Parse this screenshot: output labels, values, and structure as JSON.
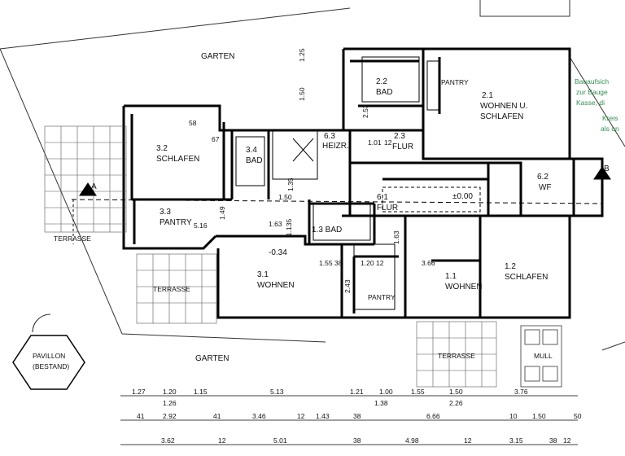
{
  "rooms": {
    "garten_top": "GARTEN",
    "garten_bottom": "GARTEN",
    "r2_2": [
      "2.2",
      "BAD"
    ],
    "pantry_top": "PANTRY",
    "r2_1": [
      "2.1",
      "WOHNEN U.",
      "SCHLAFEN"
    ],
    "r3_2": [
      "3.2",
      "SCHLAFEN"
    ],
    "r3_4": [
      "3.4",
      "BAD"
    ],
    "r6_3": [
      "6.3",
      "HEIZR."
    ],
    "r2_3": [
      "2.3",
      "FLUR"
    ],
    "r6_2": [
      "6.2",
      "WF"
    ],
    "r6_1": [
      "6.1",
      "FLUR"
    ],
    "r3_3": [
      "3.3",
      "PANTRY"
    ],
    "r1_3": "1.3 BAD",
    "r3_1": [
      "3.1",
      "WOHNEN"
    ],
    "r1_1": [
      "1.1",
      "WOHNEN"
    ],
    "r1_2": [
      "1.2",
      "SCHLAFEN"
    ],
    "pantry_mid": "PANTRY",
    "terrasse_left": "TERRASSE",
    "terrasse_mid": "TERRASSE",
    "terrasse_right": "TERRASSE",
    "pavillon": [
      "PAVILLON",
      "(BESTAND)"
    ],
    "muell": "MULL"
  },
  "levels": {
    "zero": "±0.00",
    "minus034": "-0.34"
  },
  "section_markers": {
    "left": "A",
    "right": "B"
  },
  "side_note": [
    "Bauaufsich",
    "zur Bauge",
    "Kasse, di",
    "Kreis",
    "als un"
  ],
  "inner_dims": {
    "d125": "1.25",
    "d150": "1.50",
    "d58": "58",
    "d67": "67",
    "d253": "2.53",
    "d12a": "12",
    "d101": "1.01",
    "d135": "1.35",
    "d150b": "1.50",
    "d149": "1.49",
    "d516": "5.16",
    "d163": "1.63",
    "d1135": "1.135",
    "d155": "1.55",
    "d38": "38",
    "d120": "1.20",
    "d12b": "12",
    "d366": "3.66",
    "d243": "2.43",
    "d163b": "1.63"
  },
  "dim_rows": {
    "row1": [
      "1.27",
      "1.20",
      "1.15",
      "5.13",
      "1.21",
      "1.00",
      "1.55",
      "1.50",
      "3.76"
    ],
    "row1b": [
      "1.26",
      "1.38",
      "2.26"
    ],
    "row2": [
      "41",
      "2.92",
      "41",
      "3.46",
      "12",
      "1.43",
      "38",
      "6.66",
      "10",
      "1.50",
      "50"
    ],
    "row3": [
      "3.62",
      "12",
      "5.01",
      "38",
      "4.98",
      "12",
      "3.15",
      "38",
      "12"
    ]
  }
}
